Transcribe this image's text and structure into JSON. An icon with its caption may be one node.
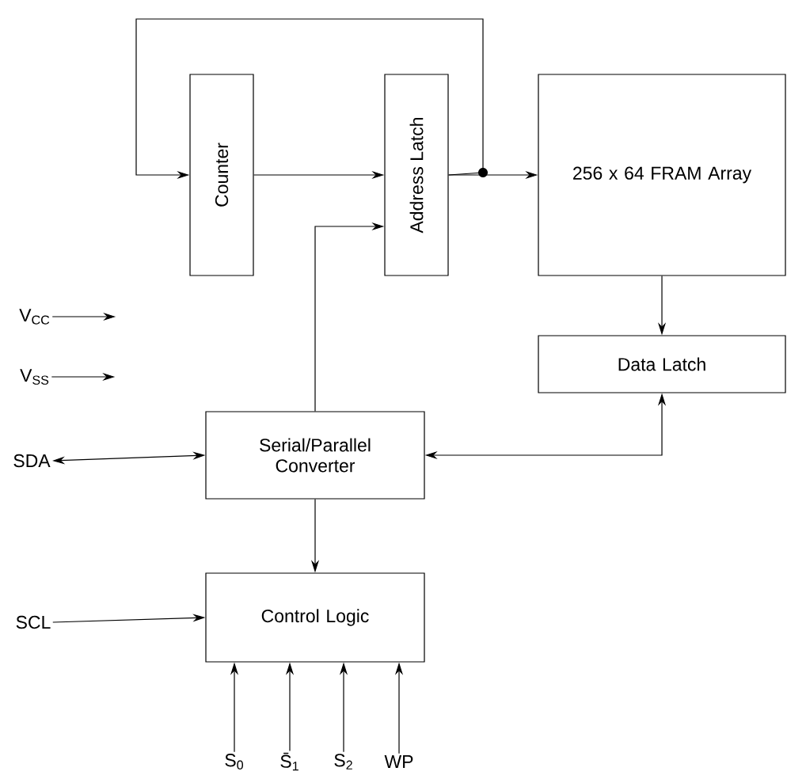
{
  "diagram": {
    "nodes": [
      {
        "text": [
          "Counter"
        ]
      },
      {
        "text": [
          "Address Latch"
        ]
      },
      {
        "text": [
          "256 x 64 FRAM Array"
        ]
      },
      {
        "text": [
          "Data Latch"
        ]
      },
      {
        "text": [
          "Serial/Parallel Converter"
        ]
      },
      {
        "text": [
          "Control Logic"
        ]
      },
      {
        "text": [
          "V$_{CC}$"
        ]
      },
      {
        "text": [
          "V$_{SS}$"
        ]
      },
      {
        "text": [
          "SDA"
        ]
      },
      {
        "text": [
          "SCL"
        ]
      },
      {
        "text": [
          "S$_{0}$"
        ]
      },
      {
        "text": [
          "S̄$_{1}$"
        ]
      },
      {
        "text": [
          "S$_{2}$"
        ]
      },
      {
        "text": [
          "WP"
        ]
      }
    ],
    "edges": [
      {
        "from": 1,
        "to": 0,
        "arrow": "to"
      },
      {
        "from": 0,
        "to": 1,
        "arrow": "to"
      },
      {
        "from": 1,
        "to": 2,
        "arrow": "to"
      },
      {
        "from": 4,
        "to": 1,
        "arrow": "to"
      },
      {
        "from": 2,
        "to": 3,
        "arrow": "to"
      },
      {
        "from": 4,
        "to": 3,
        "arrow": "both"
      },
      {
        "from": 8,
        "to": 4,
        "arrow": "both"
      },
      {
        "from": 4,
        "to": 5,
        "arrow": "to"
      },
      {
        "from": 9,
        "to": 5,
        "arrow": "to"
      },
      {
        "from": 10,
        "to": 5,
        "arrow": "to"
      },
      {
        "from": 11,
        "to": 5,
        "arrow": "to"
      },
      {
        "from": 12,
        "to": 5,
        "arrow": "to"
      },
      {
        "from": 13,
        "to": 5,
        "arrow": "to"
      },
      {
        "from": 6,
        "to": null,
        "arrow": "to"
      },
      {
        "from": 7,
        "to": null,
        "arrow": "to"
      }
    ]
  }
}
